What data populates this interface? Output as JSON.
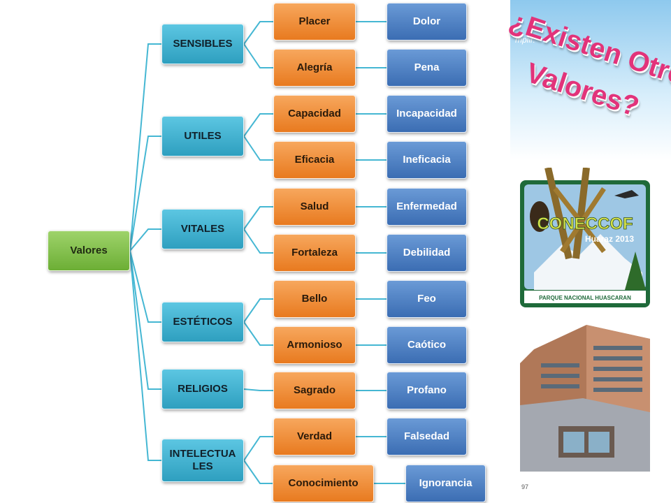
{
  "diagram": {
    "root": "Valores",
    "categories": [
      {
        "label": "SENSIBLES",
        "pairs": [
          {
            "positive": "Placer",
            "negative": "Dolor"
          },
          {
            "positive": "Alegría",
            "negative": "Pena"
          }
        ]
      },
      {
        "label": "UTILES",
        "pairs": [
          {
            "positive": "Capacidad",
            "negative": "Incapacidad"
          },
          {
            "positive": "Eficacia",
            "negative": "Ineficacia"
          }
        ]
      },
      {
        "label": "VITALES",
        "pairs": [
          {
            "positive": "Salud",
            "negative": "Enfermedad"
          },
          {
            "positive": "Fortaleza",
            "negative": "Debilidad"
          }
        ]
      },
      {
        "label": "ESTÉTICOS",
        "pairs": [
          {
            "positive": "Bello",
            "negative": "Feo"
          },
          {
            "positive": "Armonioso",
            "negative": "Caótico"
          }
        ]
      },
      {
        "label": "RELIGIOS",
        "pairs": [
          {
            "positive": "Sagrado",
            "negative": "Profano"
          }
        ]
      },
      {
        "label": "INTELECTUA LES",
        "pairs": [
          {
            "positive": "Verdad",
            "negative": "Falsedad"
          },
          {
            "positive": "Conocimiento",
            "negative": "Ignorancia"
          }
        ]
      }
    ]
  },
  "side_panel": {
    "headline_line1": "¿Existen Otros",
    "headline_line2": "Valores?",
    "sky_caption": "mplir.",
    "logo_title": "CONECCOF",
    "logo_subtitle": "Huaraz 2013",
    "logo_footer": "PARQUE NACIONAL HUASCARAN",
    "page_number": "97"
  },
  "colors": {
    "root": "#7cbf45",
    "category": "#3db3d4",
    "positive": "#f08a2e",
    "negative": "#4a7cc2",
    "connector": "#45b7d3",
    "headline": "#e2337a"
  }
}
